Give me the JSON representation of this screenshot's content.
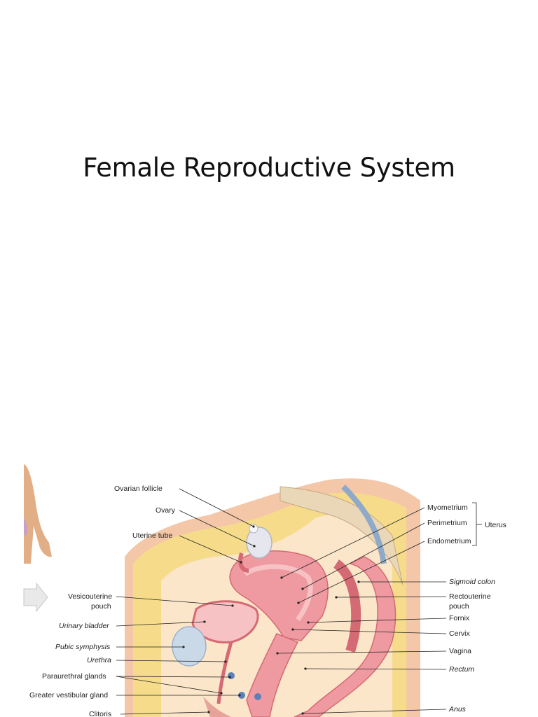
{
  "slide": {
    "title": "Female Reproductive System"
  },
  "diagram": {
    "left_labels": [
      {
        "id": "ovarian-follicle",
        "lines": [
          "Ovarian follicle"
        ],
        "italic": false
      },
      {
        "id": "ovary",
        "lines": [
          "Ovary"
        ],
        "italic": false
      },
      {
        "id": "uterine-tube",
        "lines": [
          "Uterine tube"
        ],
        "italic": false
      },
      {
        "id": "vesicouterine-pouch",
        "lines": [
          "Vesicouterine",
          "pouch"
        ],
        "italic": false
      },
      {
        "id": "urinary-bladder",
        "lines": [
          "Urinary bladder"
        ],
        "italic": true
      },
      {
        "id": "pubic-symphysis",
        "lines": [
          "Pubic symphysis"
        ],
        "italic": true
      },
      {
        "id": "urethra",
        "lines": [
          "Urethra"
        ],
        "italic": true
      },
      {
        "id": "paraurethral-glands",
        "lines": [
          "Paraurethral glands"
        ],
        "italic": false
      },
      {
        "id": "greater-vestibular-gland",
        "lines": [
          "Greater vestibular gland"
        ],
        "italic": false
      },
      {
        "id": "clitoris",
        "lines": [
          "Clitoris"
        ],
        "italic": false
      }
    ],
    "right_labels": [
      {
        "id": "myometrium",
        "lines": [
          "Myometrium"
        ],
        "italic": false
      },
      {
        "id": "perimetrium",
        "lines": [
          "Perimetrium"
        ],
        "italic": false
      },
      {
        "id": "endometrium",
        "lines": [
          "Endometrium"
        ],
        "italic": false
      },
      {
        "id": "sigmoid-colon",
        "lines": [
          "Sigmoid colon"
        ],
        "italic": true
      },
      {
        "id": "rectouterine-pouch",
        "lines": [
          "Rectouterine",
          "pouch"
        ],
        "italic": false
      },
      {
        "id": "fornix",
        "lines": [
          "Fornix"
        ],
        "italic": false
      },
      {
        "id": "cervix",
        "lines": [
          "Cervix"
        ],
        "italic": false
      },
      {
        "id": "vagina",
        "lines": [
          "Vagina"
        ],
        "italic": false
      },
      {
        "id": "rectum",
        "lines": [
          "Rectum"
        ],
        "italic": true
      },
      {
        "id": "anus",
        "lines": [
          "Anus"
        ],
        "italic": true
      }
    ],
    "group_label": "Uterus",
    "colors": {
      "skin": "#f3c7a8",
      "fat": "#f6dc8a",
      "muscle_pink": "#ef9aa0",
      "lining": "#f7c2c4",
      "bone": "#e9d7b8",
      "bladder": "#c9d9e8",
      "gland_blue": "#5b7fb8"
    }
  }
}
